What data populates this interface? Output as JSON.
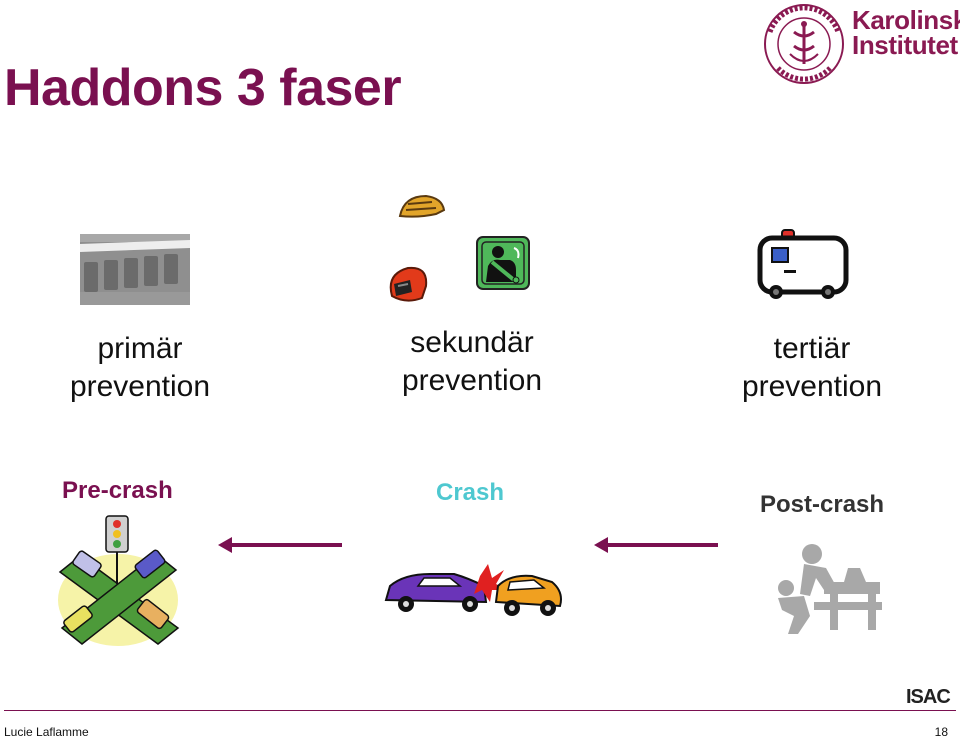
{
  "slide": {
    "title": "Haddons 3 faser",
    "logo_line1": "Karolinska",
    "logo_line2": "Institutet",
    "seal_text": "KAROLINSKA INSTITUTET · ANNO 1810"
  },
  "phases": [
    {
      "line1": "primär",
      "line2": "prevention"
    },
    {
      "line1": "sekundär",
      "line2": "prevention"
    },
    {
      "line1": "tertiär",
      "line2": "prevention"
    }
  ],
  "crash_phases": [
    {
      "label": "Pre-crash",
      "color": "#7a1050"
    },
    {
      "label": "Crash",
      "color": "#4ec8d0"
    },
    {
      "label": "Post-crash",
      "color": "#333333"
    }
  ],
  "footer": {
    "author": "Lucie Laflamme",
    "page": "18",
    "isac_logo": "ISAC"
  },
  "colors": {
    "brand": "#7a1050",
    "crash": "#4ec8d0"
  }
}
